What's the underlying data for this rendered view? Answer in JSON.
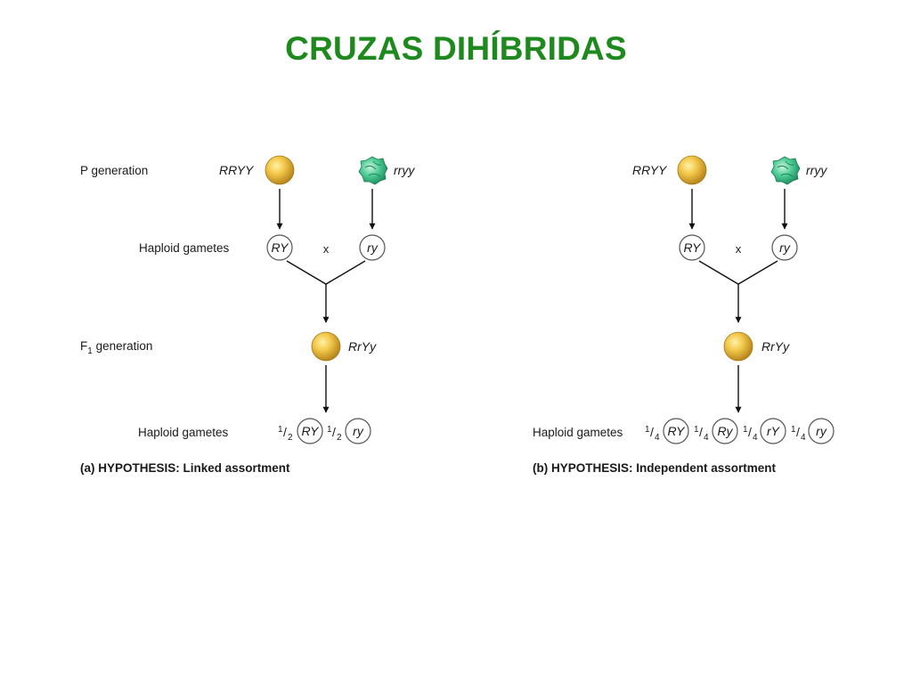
{
  "title": "CRUZAS DIHÍBRIDAS",
  "colors": {
    "title": "#1e8a1e",
    "pea_yellow": "#e8b83a",
    "pea_green": "#3fbf8a"
  },
  "icons": {
    "yellow_pea": "round-yellow-pea-icon",
    "green_pea": "wrinkled-green-pea-icon"
  },
  "panel_a": {
    "p_generation_label": "P generation",
    "parent1_genotype": "RRYY",
    "parent2_genotype": "rryy",
    "gametes_label": "Haploid gametes",
    "parent1_gamete": "RY",
    "parent2_gamete": "ry",
    "cross_symbol": "x",
    "f1_label_main": "F",
    "f1_label_sub": "1",
    "f1_label_rest": " generation",
    "f1_genotype": "RrYy",
    "f1_gametes_label": "Haploid gametes",
    "f1_gametes": [
      {
        "num": "1",
        "den": "2",
        "gamete": "RY"
      },
      {
        "num": "1",
        "den": "2",
        "gamete": "ry"
      }
    ],
    "caption": "(a) HYPOTHESIS: Linked assortment"
  },
  "panel_b": {
    "parent1_genotype": "RRYY",
    "parent2_genotype": "rryy",
    "parent1_gamete": "RY",
    "parent2_gamete": "ry",
    "cross_symbol": "x",
    "f1_genotype": "RrYy",
    "f1_gametes_label": "Haploid gametes",
    "f1_gametes": [
      {
        "num": "1",
        "den": "4",
        "gamete": "RY"
      },
      {
        "num": "1",
        "den": "4",
        "gamete": "Ry"
      },
      {
        "num": "1",
        "den": "4",
        "gamete": "rY"
      },
      {
        "num": "1",
        "den": "4",
        "gamete": "ry"
      }
    ],
    "caption": "(b) HYPOTHESIS: Independent assortment"
  }
}
